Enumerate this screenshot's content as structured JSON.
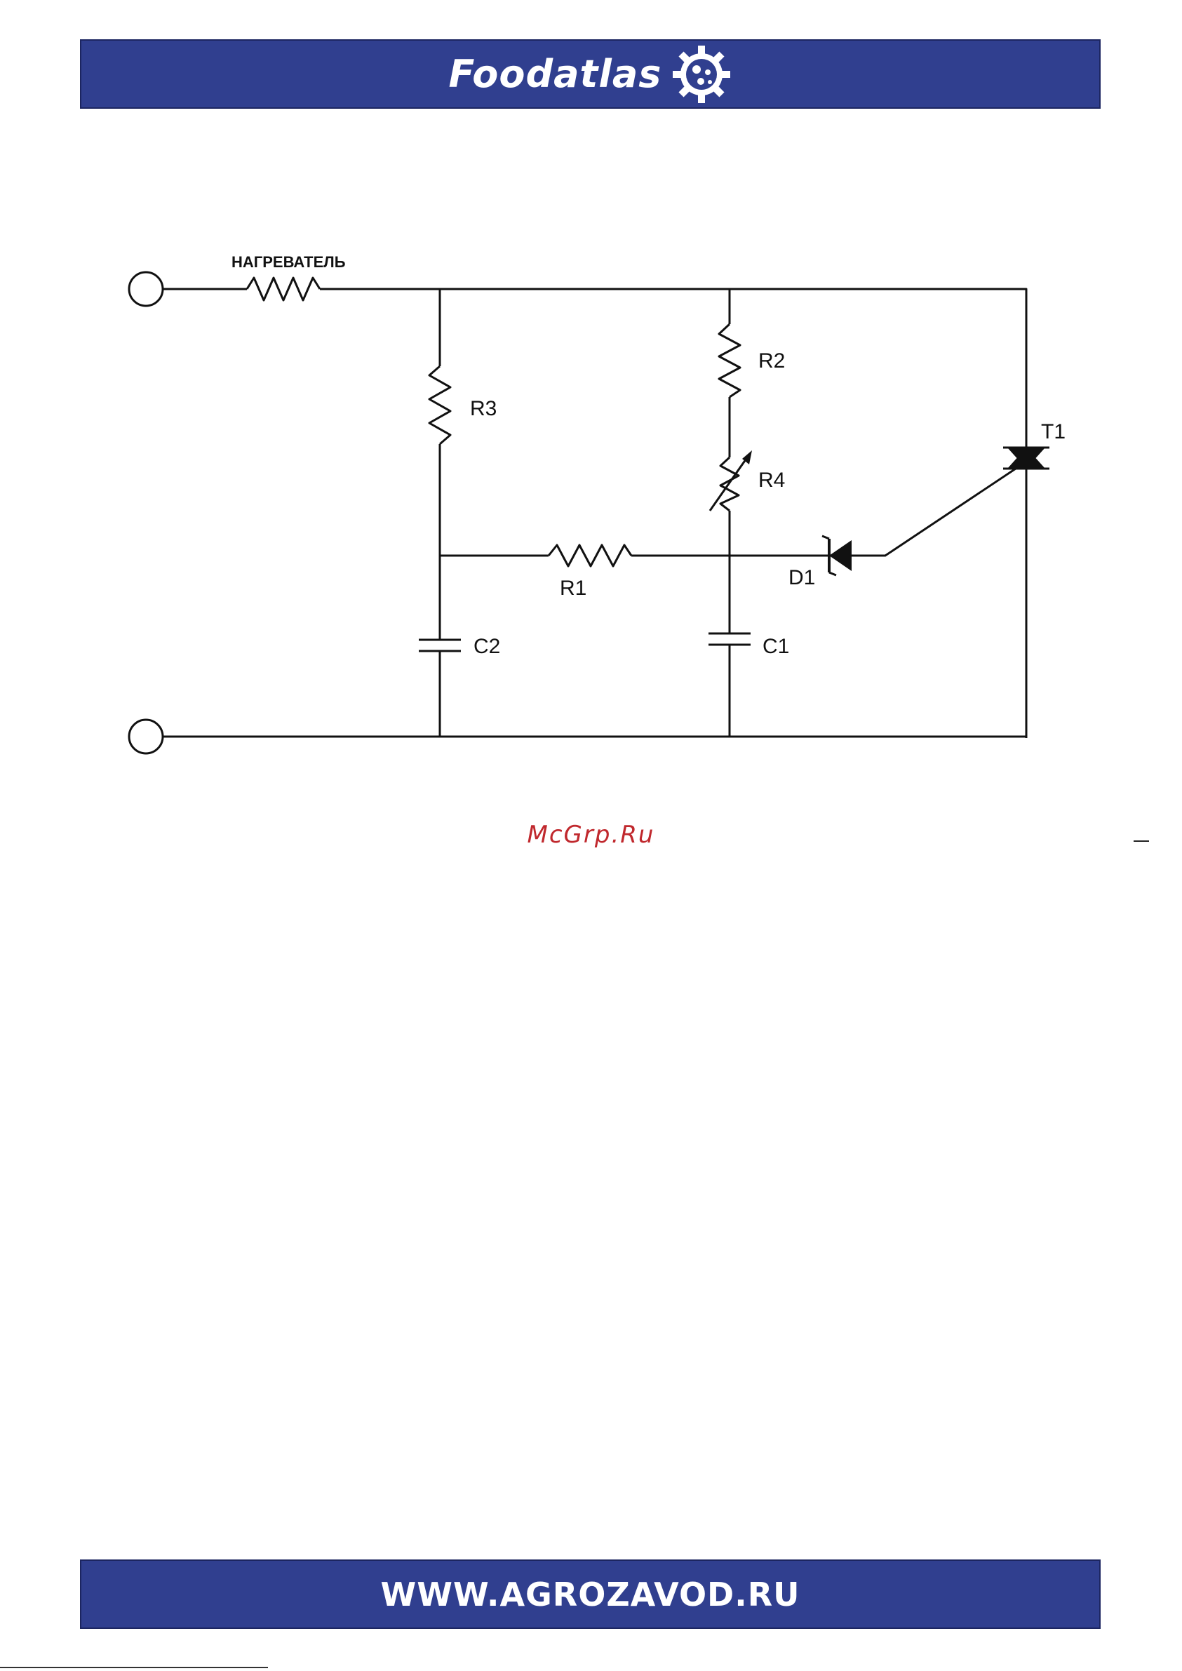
{
  "header": {
    "brand": "Foodatlas",
    "logo_icon": "gear-globe-icon",
    "color": "#303f8f"
  },
  "diagram": {
    "labels": {
      "heater": "НАГРЕВАТЕЛЬ",
      "r1": "R1",
      "r2": "R2",
      "r3": "R3",
      "r4": "R4",
      "c1": "C1",
      "c2": "C2",
      "d1": "D1",
      "t1": "T1"
    }
  },
  "watermark": {
    "text": "McGrp.Ru",
    "color": "#c0282d"
  },
  "footer": {
    "site": "WWW.AGROZAVOD.RU"
  }
}
